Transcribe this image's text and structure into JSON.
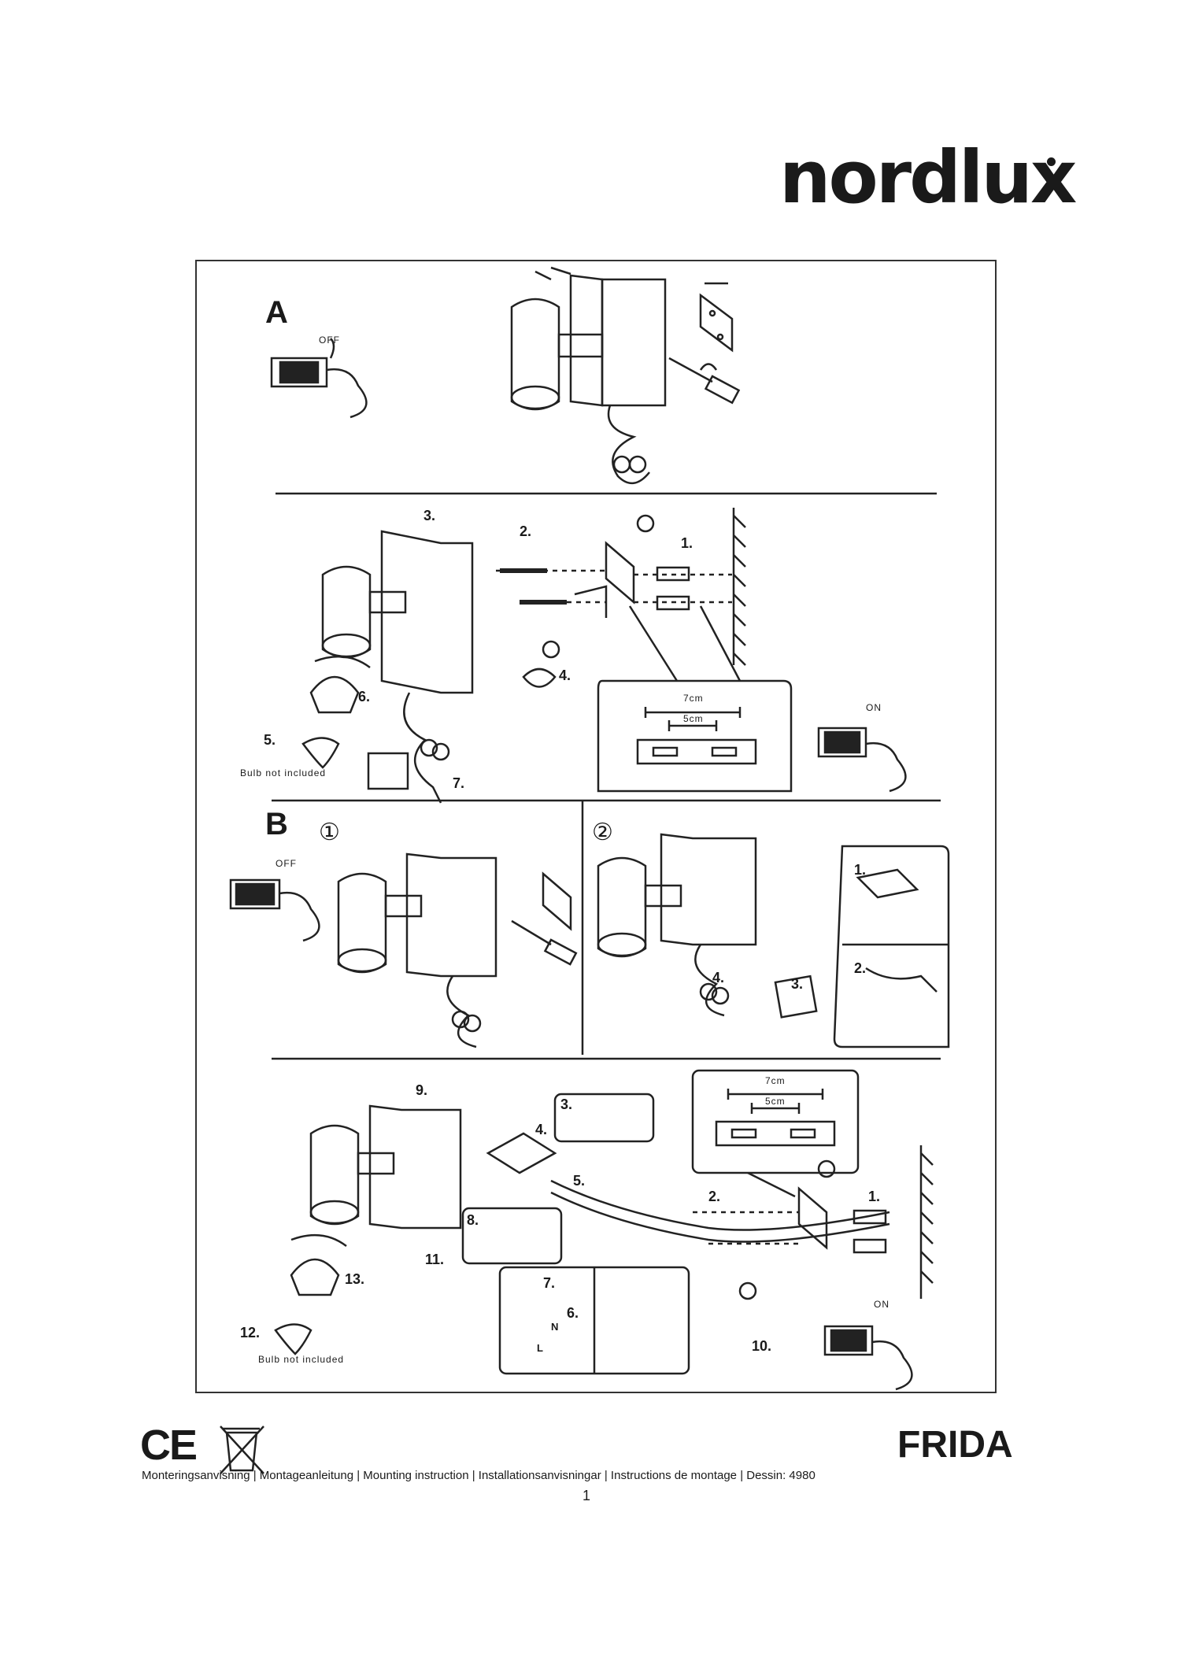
{
  "brand": {
    "logo_text": "nordlux"
  },
  "sections": {
    "a": {
      "letter": "A"
    },
    "b": {
      "letter": "B",
      "part1": "①",
      "part2": "②"
    }
  },
  "switch": {
    "off": "OFF",
    "on": "ON"
  },
  "note": {
    "bulb": "Bulb not included"
  },
  "dims": {
    "outer": "7cm",
    "inner": "5cm"
  },
  "steps_a": [
    "1.",
    "2.",
    "3.",
    "4.",
    "5.",
    "6.",
    "7."
  ],
  "steps_b2": [
    "1.",
    "2.",
    "3.",
    "4."
  ],
  "steps_b3": [
    "1.",
    "2.",
    "3.",
    "4.",
    "5.",
    "6.",
    "7.",
    "8.",
    "9.",
    "10.",
    "11.",
    "12.",
    "13."
  ],
  "wire": {
    "n": "N",
    "l": "L"
  },
  "product": {
    "name": "FRIDA"
  },
  "footer": {
    "text": "Monteringsanvisning | Montageanleitung | Mounting instruction | Installationsanvisningar | Instructions de montage | Dessin: 4980",
    "page": "1"
  },
  "marks": {
    "ce": "CE"
  }
}
